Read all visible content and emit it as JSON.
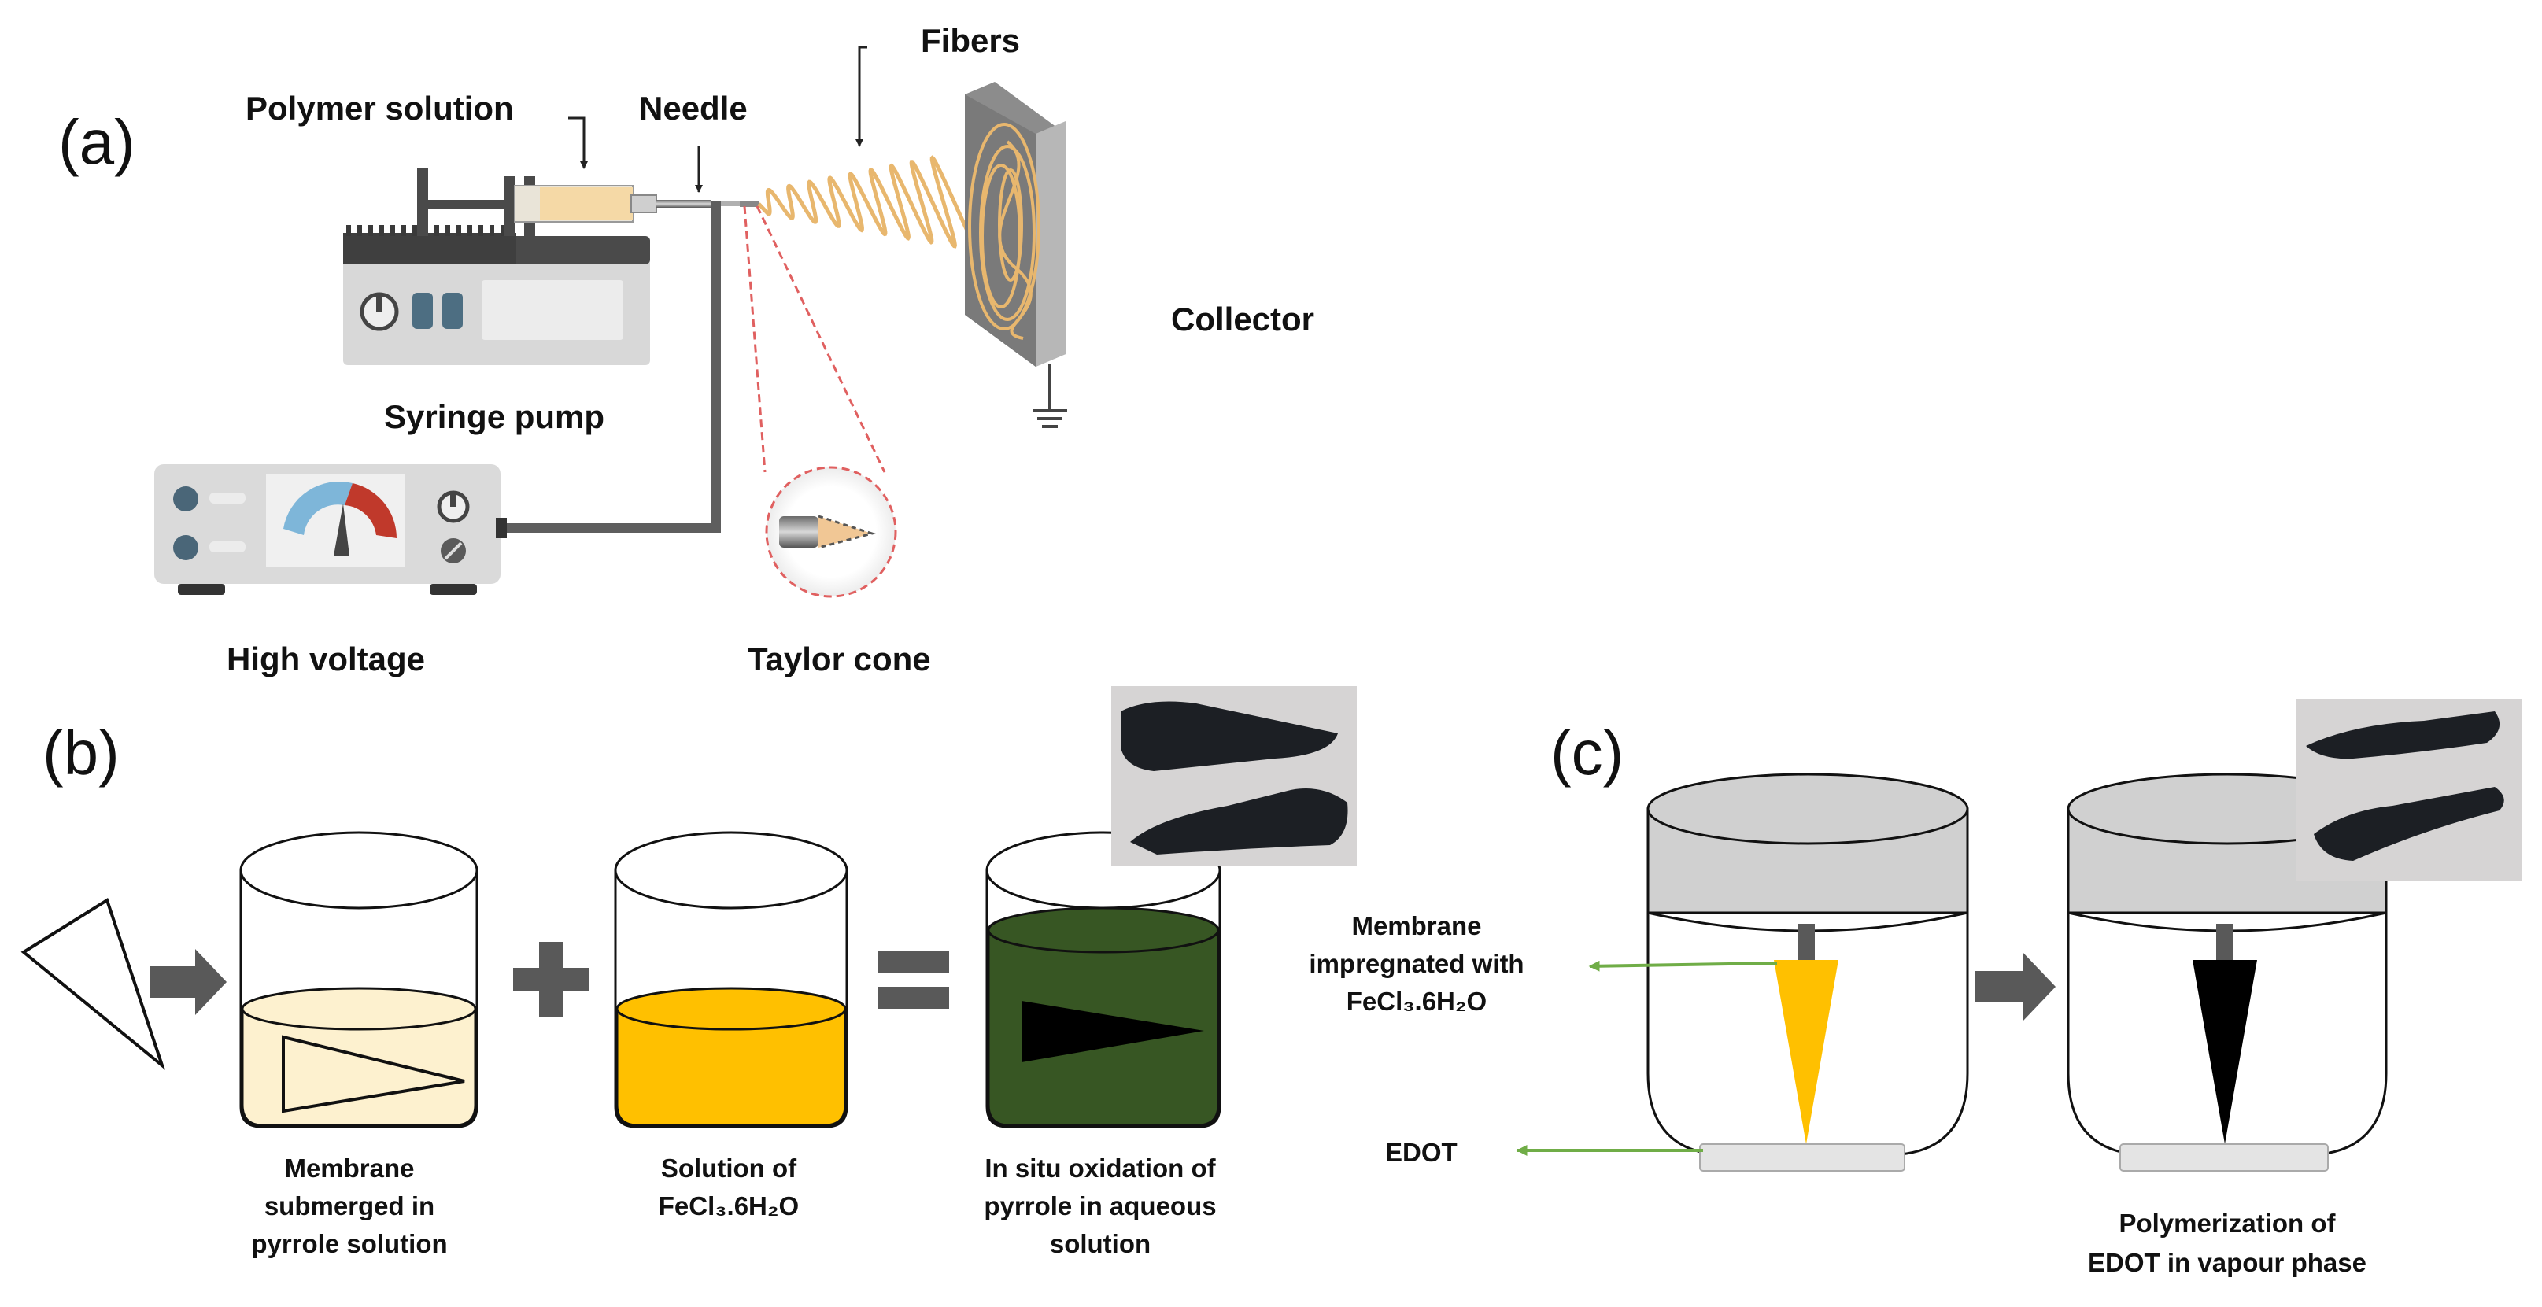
{
  "panels": {
    "a": "(a)",
    "b": "(b)",
    "c": "(c)"
  },
  "labels_a": {
    "polymer_solution": "Polymer solution",
    "needle": "Needle",
    "fibers": "Fibers",
    "collector": "Collector",
    "syringe_pump": "Syringe pump",
    "high_voltage": "High voltage",
    "taylor_cone": "Taylor cone"
  },
  "captions_b": {
    "membrane_submerged": [
      "Membrane",
      "submerged in",
      "pyrrole solution"
    ],
    "solution_of": [
      "Solution of",
      "FeCl₃.6H₂O"
    ],
    "in_situ": [
      "In situ oxidation of",
      "pyrrole in aqueous",
      "solution"
    ]
  },
  "labels_c": {
    "membrane_impregnated": [
      "Membrane",
      "impregnated with",
      "FeCl₃.6H₂O"
    ],
    "edot": "EDOT",
    "polymerization": [
      "Polymerization of",
      "EDOT in vapour phase"
    ]
  },
  "colors": {
    "pale_yellow": "#fdf1cf",
    "amber": "#ffc000",
    "dark_green": "#375623",
    "arrow_gray": "#595959",
    "green_arrow": "#70ad47",
    "lid_gray": "#d0d0d0",
    "fiber": "#e8b76e"
  }
}
